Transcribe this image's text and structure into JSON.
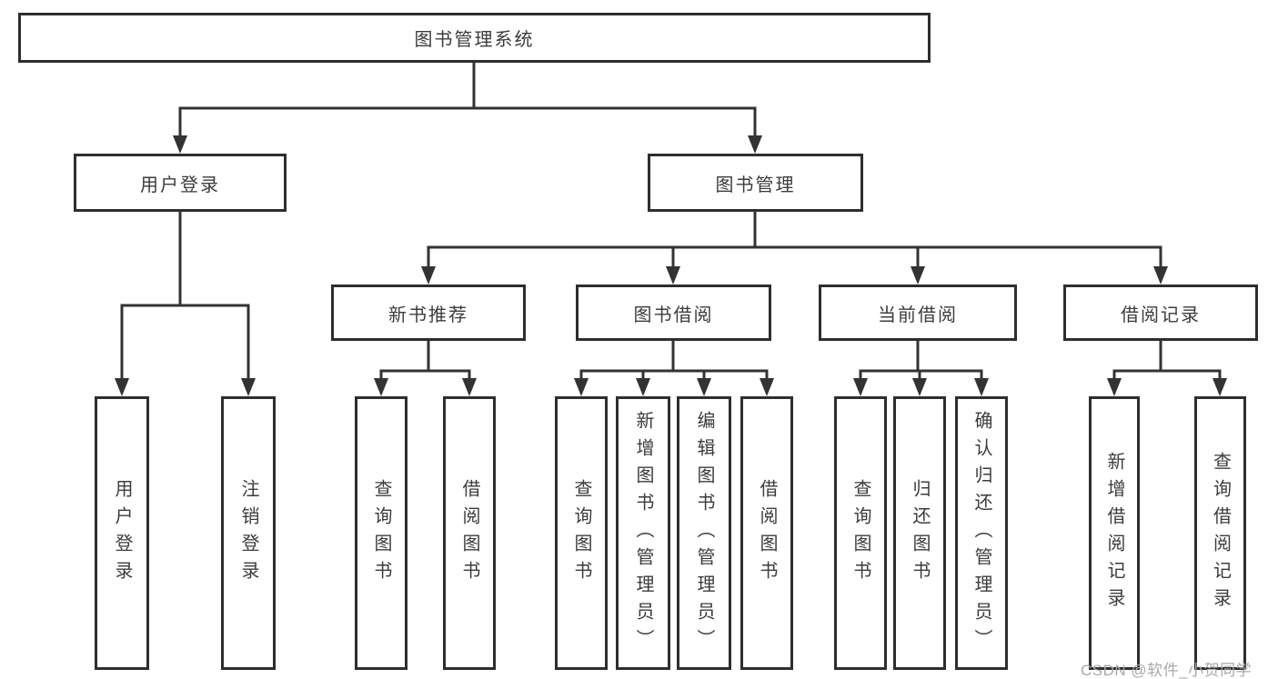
{
  "tree": {
    "root": {
      "label": "图书管理系统",
      "children": [
        {
          "label": "用户登录",
          "children": [
            {
              "label": "用户登录"
            },
            {
              "label": "注销登录"
            }
          ]
        },
        {
          "label": "图书管理",
          "children": [
            {
              "label": "新书推荐",
              "children": [
                {
                  "label": "查询图书"
                },
                {
                  "label": "借阅图书"
                }
              ]
            },
            {
              "label": "图书借阅",
              "children": [
                {
                  "label": "查询图书"
                },
                {
                  "label": "新增图书（管理员）"
                },
                {
                  "label": "编辑图书（管理员）"
                },
                {
                  "label": "借阅图书"
                }
              ]
            },
            {
              "label": "当前借阅",
              "children": [
                {
                  "label": "查询图书"
                },
                {
                  "label": "归还图书"
                },
                {
                  "label": "确认归还（管理员）"
                }
              ]
            },
            {
              "label": "借阅记录",
              "children": [
                {
                  "label": "新增借阅记录"
                },
                {
                  "label": "查询借阅记录"
                }
              ]
            }
          ]
        }
      ]
    }
  },
  "watermark": {
    "text": "CSDN @软件_小贺同学"
  },
  "colors": {
    "line": "#333333",
    "box_border": "#2e2e2e",
    "text": "#3c3c3c",
    "watermark": "#a9a9a9",
    "background": "#ffffff"
  }
}
